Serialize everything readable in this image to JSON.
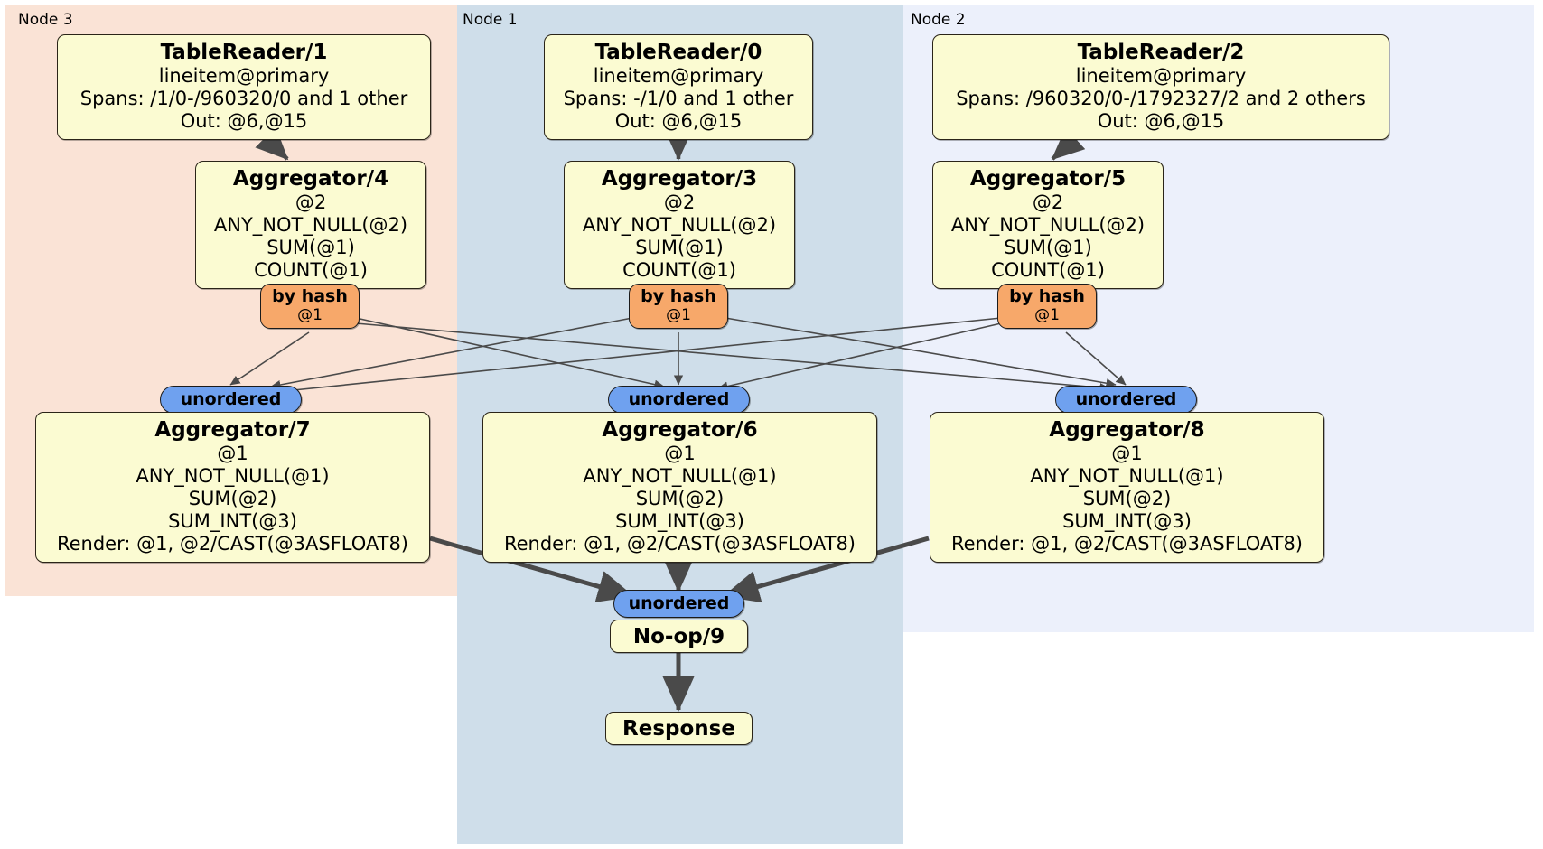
{
  "diagram": {
    "type": "distributed-query-plan",
    "colors": {
      "node3_panel": "#fae3d6",
      "node1_panel": "#cfdeea",
      "node2_panel": "#ecf0fb",
      "processor_box": "#fbfbd2",
      "hash_router": "#f7a86a",
      "unordered_synchronizer": "#6fa1ef",
      "edge": "#4a4a4a"
    }
  },
  "panels": [
    {
      "label": "Node 3"
    },
    {
      "label": "Node 1"
    },
    {
      "label": "Node 2"
    }
  ],
  "processors": {
    "table_reader_1": {
      "title": "TableReader/1",
      "lines": [
        "lineitem@primary",
        "Spans: /1/0-/960320/0 and 1 other",
        "Out: @6,@15"
      ]
    },
    "table_reader_0": {
      "title": "TableReader/0",
      "lines": [
        "lineitem@primary",
        "Spans: -/1/0 and 1 other",
        "Out: @6,@15"
      ]
    },
    "table_reader_2": {
      "title": "TableReader/2",
      "lines": [
        "lineitem@primary",
        "Spans: /960320/0-/1792327/2 and 2 others",
        "Out: @6,@15"
      ]
    },
    "aggregator_4": {
      "title": "Aggregator/4",
      "lines": [
        "@2",
        "ANY_NOT_NULL(@2)",
        "SUM(@1)",
        "COUNT(@1)"
      ]
    },
    "aggregator_3": {
      "title": "Aggregator/3",
      "lines": [
        "@2",
        "ANY_NOT_NULL(@2)",
        "SUM(@1)",
        "COUNT(@1)"
      ]
    },
    "aggregator_5": {
      "title": "Aggregator/5",
      "lines": [
        "@2",
        "ANY_NOT_NULL(@2)",
        "SUM(@1)",
        "COUNT(@1)"
      ]
    },
    "aggregator_7": {
      "title": "Aggregator/7",
      "lines": [
        "@1",
        "ANY_NOT_NULL(@1)",
        "SUM(@2)",
        "SUM_INT(@3)",
        "Render: @1, @2/CAST(@3ASFLOAT8)"
      ]
    },
    "aggregator_6": {
      "title": "Aggregator/6",
      "lines": [
        "@1",
        "ANY_NOT_NULL(@1)",
        "SUM(@2)",
        "SUM_INT(@3)",
        "Render: @1, @2/CAST(@3ASFLOAT8)"
      ]
    },
    "aggregator_8": {
      "title": "Aggregator/8",
      "lines": [
        "@1",
        "ANY_NOT_NULL(@1)",
        "SUM(@2)",
        "SUM_INT(@3)",
        "Render: @1, @2/CAST(@3ASFLOAT8)"
      ]
    },
    "noop_9": {
      "title": "No-op/9"
    },
    "response": {
      "title": "Response"
    }
  },
  "routers": {
    "hash_left": {
      "title": "by hash",
      "sub": "@1"
    },
    "hash_mid": {
      "title": "by hash",
      "sub": "@1"
    },
    "hash_right": {
      "title": "by hash",
      "sub": "@1"
    },
    "unordered_left": {
      "title": "unordered"
    },
    "unordered_mid": {
      "title": "unordered"
    },
    "unordered_right": {
      "title": "unordered"
    },
    "unordered_final": {
      "title": "unordered"
    }
  }
}
